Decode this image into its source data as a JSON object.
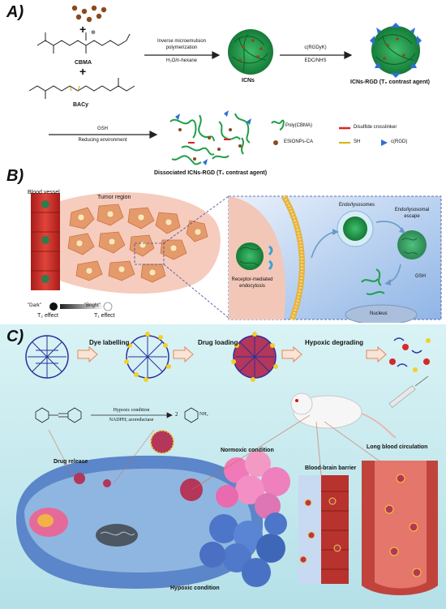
{
  "panels": {
    "a": {
      "letter": "A)",
      "monomer1": "CBMA",
      "crosslinker": "BACy",
      "plus": "+",
      "n_plus": "⊕",
      "step1": {
        "line1": "Inverse microemulsion",
        "line2": "polymerization",
        "line3": "H₂O/n-hexane"
      },
      "icns": "ICNs",
      "step2": {
        "line1": "c(RGDyK)",
        "line2": "EDC/NHS"
      },
      "product": "ICNs-RGD (T₂ contrast agent)",
      "step3": {
        "line1": "GSH",
        "line2": "Reducing environment"
      },
      "dissociated": "Dissociated ICNs-RGD (T₁ contrast agent)",
      "legend": {
        "poly": "Poly(CBMA)",
        "disulfide": "Disulfide crosslinker",
        "esionps": "ESIONPs-CA",
        "sh": "SH",
        "rgd": "c(RGD)"
      }
    },
    "b": {
      "letter": "B)",
      "blood_vessel": "Blood vessel",
      "tumor_region": "Tumor region",
      "dark": "\"Dark\"",
      "bright": "\"Bright\"",
      "t2": "T₂ effect",
      "t1": "T₁ effect",
      "endo": "Endo/lysosomes",
      "escape_line1": "Endo/lysosomal",
      "escape_line2": "escape",
      "receptor_line1": "Receptor-mediated",
      "receptor_line2": "endocytosis",
      "gsh": "GSH",
      "nucleus": "Nucleus"
    },
    "c": {
      "letter": "C)",
      "dye": "Dye labelling",
      "drug": "Drug loading",
      "hypoxic_degrading": "Hypoxic degrading",
      "reaction_top": "Hypoxic condition",
      "reaction_bottom": "NADPH; azoreductase",
      "reaction_coef": "2",
      "reaction_nh2": "NH₂",
      "drug_release": "Drug release",
      "normoxic": "Normoxic condition",
      "hypoxic_condition": "Hypoxic condition",
      "bbb": "Blood-brain barrier",
      "long_circ": "Long blood circulation"
    }
  },
  "colors": {
    "network_green": "#1f9e4a",
    "vessel_red": "#d0302a",
    "tumor_pink": "#f2b8a8",
    "cell_orange": "#e59a6c",
    "cell_blue": "#4a78c4",
    "panel_c_bg_top": "#cfeef2",
    "panel_c_bg_bottom": "#b9e3ea",
    "cage_blue": "#2a2f9c",
    "arrow_outline": "#e0875a"
  }
}
